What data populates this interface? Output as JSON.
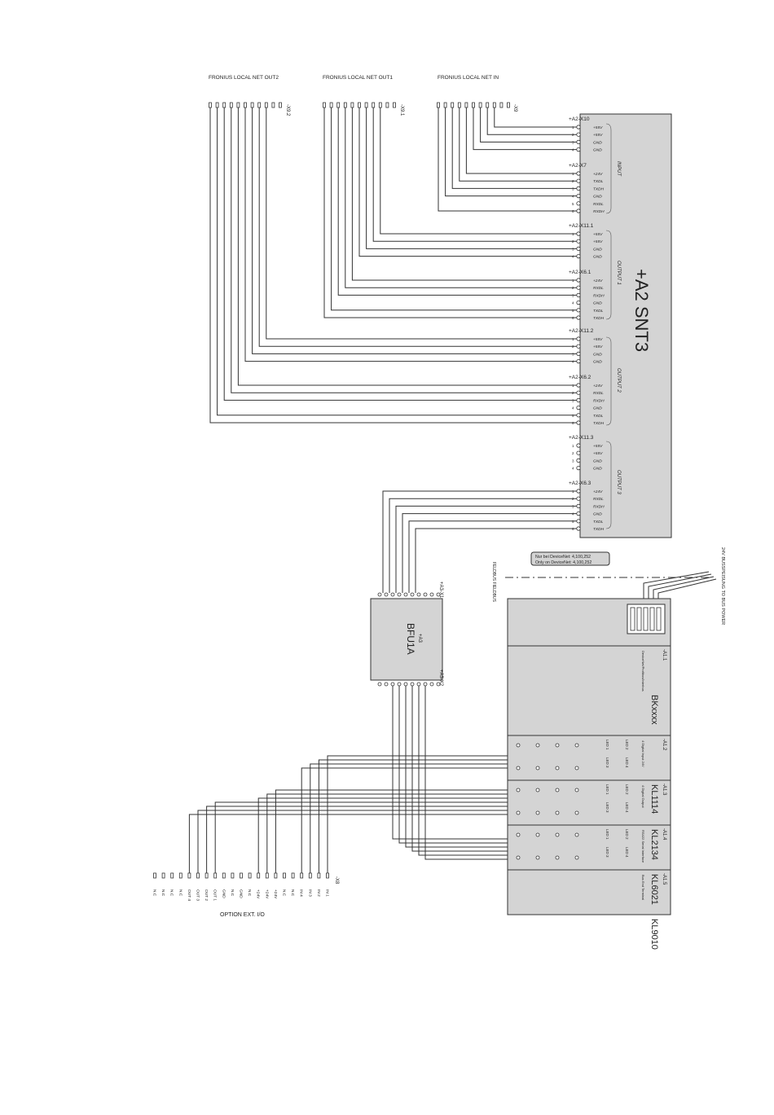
{
  "colors": {
    "module_fill": "#d4d4d4",
    "line": "#333333",
    "background": "#ffffff"
  },
  "headers": {
    "out2": "FRONIUS LOCAL NET OUT2",
    "out1": "FRONIUS LOCAL NET OUT1",
    "in": "FRONIUS LOCAL NET IN"
  },
  "connectors": {
    "x9_2": "-X9.2",
    "x9_1": "-X9.1",
    "x9": "-X9",
    "x8": "-X8"
  },
  "snt3": {
    "title": "+A2 SNT3",
    "input_label": "INPUT",
    "output1_label": "OUTPUT 1",
    "output2_label": "OUTPUT 2",
    "output3_label": "OUTPUT 3",
    "groups": [
      {
        "id": "+A2-X10",
        "pins": [
          "+55V",
          "+55V",
          "GND",
          "GND"
        ]
      },
      {
        "id": "+A2-X7",
        "pins": [
          "+24V",
          "TXDL",
          "TXDH",
          "GND",
          "RXDL",
          "RXDH"
        ]
      },
      {
        "id": "+A2-X11.1",
        "pins": [
          "+55V",
          "+55V",
          "GND",
          "GND"
        ]
      },
      {
        "id": "+A2-X6.1",
        "pins": [
          "+24V",
          "RXDL",
          "RXDH",
          "GND",
          "TXDL",
          "TXDH"
        ]
      },
      {
        "id": "+A2-X11.2",
        "pins": [
          "+55V",
          "+55V",
          "GND",
          "GND"
        ]
      },
      {
        "id": "+A2-X6.2",
        "pins": [
          "+24V",
          "RXDL",
          "RXDH",
          "GND",
          "TXDL",
          "TXDH"
        ]
      },
      {
        "id": "+A2-X11.3",
        "pins": [
          "+55V",
          "+55V",
          "GND",
          "GND"
        ]
      },
      {
        "id": "+A2-X6.3",
        "pins": [
          "+24V",
          "RXDL",
          "RXDH",
          "GND",
          "TXDL",
          "TXDH"
        ]
      }
    ]
  },
  "bfu": {
    "title": "BFU1A",
    "ref": "+A3",
    "x1": "+A3-X1",
    "x2": "+A3-X2"
  },
  "devicenet": {
    "note1": "Nur bei DeviceNet: 4,100,252",
    "note2": "Only on DeviceNet: 4,100,252",
    "right_label": "24V BUSSPEISUNG TO BUS POWER",
    "left_label": "FELDBUS FIELDBUS"
  },
  "beckhoff": {
    "modules": [
      {
        "ref": "-A1.1",
        "name": "BKxxxx",
        "desc": "DeviceNet/Profibus/Interbus"
      },
      {
        "ref": "-A1.2",
        "name": "KL1114",
        "desc": "4 Digital Input 24V"
      },
      {
        "ref": "-A1.3",
        "name": "KL2134",
        "desc": "4 Digital Output"
      },
      {
        "ref": "-A1.4",
        "name": "KL6021",
        "desc": "RS422 Serial Interface"
      },
      {
        "ref": "-A1.5",
        "name": "KL9010",
        "desc": "Bus End Terminal"
      }
    ],
    "led_labels": [
      "LED 1",
      "LED 2",
      "LED 3",
      "LED 4"
    ]
  },
  "ext_io": {
    "title": "OPTION EXT. I/O",
    "pins": [
      "N.C",
      "N.C",
      "N.C",
      "N.C",
      "OUT 4",
      "OUT 3",
      "OUT 2",
      "OUT 1",
      "GND",
      "N.C",
      "GND",
      "N.C",
      "+24V",
      "+24V",
      "+24V",
      "N.C",
      "N.C",
      "IN 4",
      "IN 3",
      "IN 2",
      "IN 1"
    ]
  }
}
